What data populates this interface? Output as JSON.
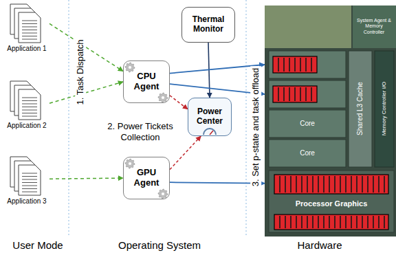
{
  "diagram": {
    "nodes": [
      {
        "text": [
          "Application 1"
        ]
      },
      {
        "text": [
          "Application 2"
        ]
      },
      {
        "text": [
          "Application 3"
        ]
      },
      {
        "text": [
          "Thermal Monitor"
        ]
      },
      {
        "text": [
          "CPU Agent"
        ]
      },
      {
        "text": [
          "Power Center"
        ]
      },
      {
        "text": [
          "GPU Agent"
        ]
      },
      {
        "text": [
          "System Agent & Memory Controller",
          "Shared L3 Cache",
          "Memory Controller I/O",
          "Core",
          "Core",
          "Processor Graphics"
        ]
      }
    ],
    "edges": [
      {
        "from": 0,
        "to": 4,
        "arrow": "to"
      },
      {
        "from": 1,
        "to": 4,
        "arrow": "to"
      },
      {
        "from": 2,
        "to": 6,
        "arrow": "to"
      },
      {
        "from": 4,
        "to": 5,
        "arrow": "to"
      },
      {
        "from": 6,
        "to": 5,
        "arrow": "to"
      },
      {
        "from": 3,
        "to": 5,
        "arrow": "to"
      },
      {
        "from": 4,
        "to": 7,
        "arrow": "to"
      },
      {
        "from": 4,
        "to": 7,
        "arrow": "to"
      },
      {
        "from": 6,
        "to": 7,
        "arrow": "to"
      }
    ],
    "labels": [
      "1. Task Dispatch",
      "2. Power Tickets Collection",
      "3. Set p-state and task offload",
      "User Mode",
      "Operating System",
      "Hardware"
    ]
  }
}
